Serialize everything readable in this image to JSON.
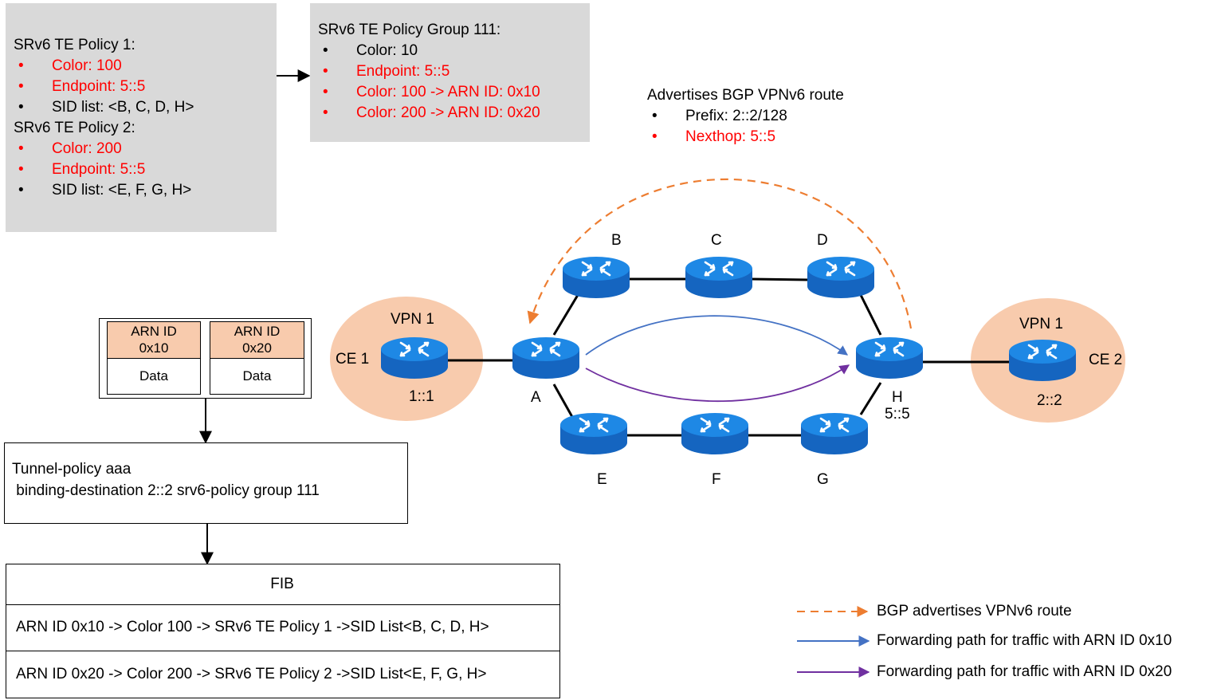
{
  "policy_box": {
    "policy1_title": "SRv6 TE Policy 1:",
    "policy1_items": [
      {
        "text": "Color: 100",
        "red": true
      },
      {
        "text": "Endpoint: 5::5",
        "red": true
      },
      {
        "text": "SID list: <B, C, D, H>",
        "red": false
      }
    ],
    "policy2_title": "SRv6 TE Policy 2:",
    "policy2_items": [
      {
        "text": "Color: 200",
        "red": true
      },
      {
        "text": "Endpoint: 5::5",
        "red": true
      },
      {
        "text": "SID list: <E, F, G, H>",
        "red": false
      }
    ]
  },
  "group_box": {
    "title": "SRv6 TE Policy Group 111:",
    "items": [
      {
        "text": "Color: 10",
        "red": false
      },
      {
        "text": "Endpoint: 5::5",
        "red": true
      },
      {
        "text": "Color: 100 -> ARN ID: 0x10",
        "red": true
      },
      {
        "text": "Color: 200 -> ARN ID: 0x20",
        "red": true
      }
    ]
  },
  "advertise": {
    "title": "Advertises BGP VPNv6 route",
    "items": [
      {
        "text": "Prefix: 2::2/128",
        "red": false
      },
      {
        "text": "Nexthop: 5::5",
        "red": true
      }
    ]
  },
  "packets": [
    {
      "header": "ARN ID\n0x10",
      "data": "Data"
    },
    {
      "header": "ARN ID\n0x20",
      "data": "Data"
    }
  ],
  "tunnel_box": {
    "line1": "Tunnel-policy aaa",
    "line2": " binding-destination 2::2 srv6-policy group 111"
  },
  "fib": {
    "title": "FIB",
    "rows": [
      "ARN ID 0x10 -> Color 100 -> SRv6 TE Policy 1 ->SID List<B, C, D, H>",
      "ARN ID 0x20 -> Color 200 -> SRv6 TE Policy 2 ->SID List<E, F, G, H>"
    ]
  },
  "nodes": {
    "A": "A",
    "B": "B",
    "C": "C",
    "D": "D",
    "E": "E",
    "F": "F",
    "G": "G",
    "H": "H",
    "H_addr": "5::5"
  },
  "ce1": {
    "vpn": "VPN 1",
    "name": "CE 1",
    "addr": "1::1"
  },
  "ce2": {
    "vpn": "VPN 1",
    "name": "CE 2",
    "addr": "2::2"
  },
  "legend": [
    {
      "text": "BGP advertises VPNv6 route",
      "color": "#ed7d31",
      "dashed": true
    },
    {
      "text": "Forwarding path for traffic with ARN ID 0x10",
      "color": "#4472c4",
      "dashed": false
    },
    {
      "text": "Forwarding path for traffic with ARN ID 0x20",
      "color": "#7030a0",
      "dashed": false
    }
  ],
  "colors": {
    "router_blue": "#1e88e5",
    "ce_peach": "#f8cbad",
    "box_gray": "#d9d9d9",
    "arn_header": "#f8cbad",
    "bgp_orange": "#ed7d31",
    "path_blue": "#4472c4",
    "path_purple": "#7030a0"
  }
}
